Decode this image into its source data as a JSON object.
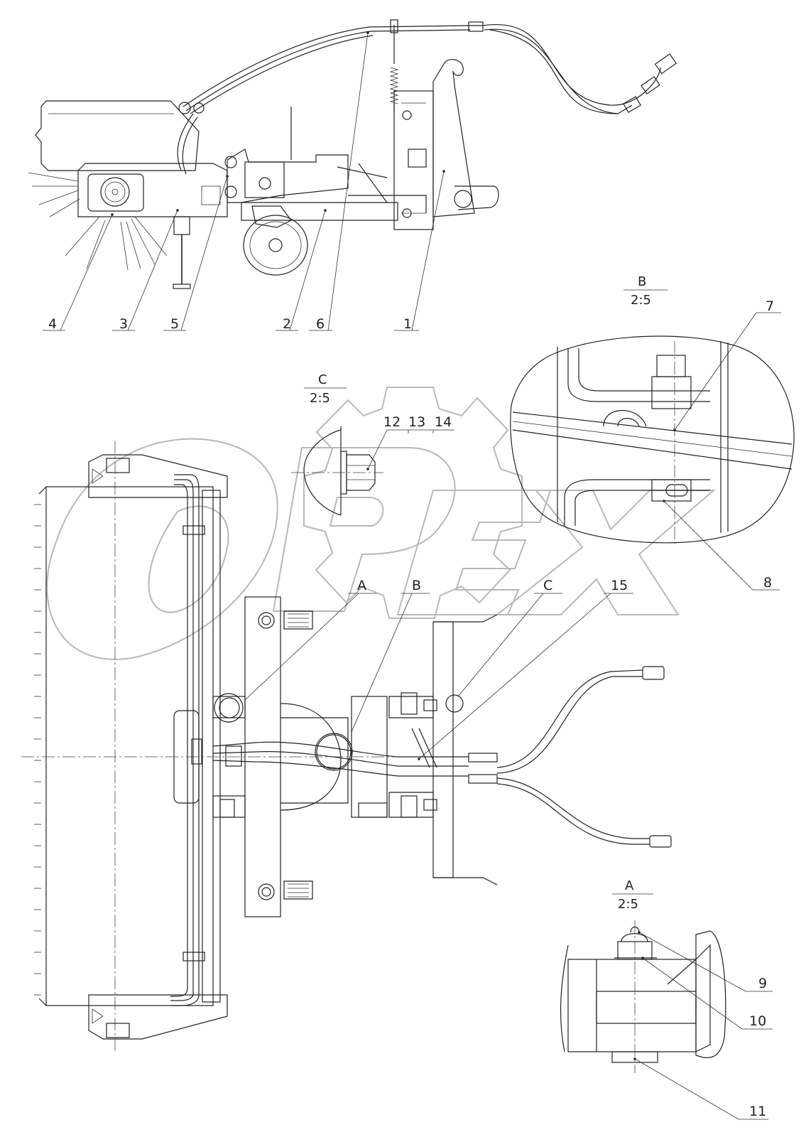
{
  "drawing": {
    "watermark": "OPEX",
    "part_labels": [
      "1",
      "2",
      "3",
      "4",
      "5",
      "6",
      "7",
      "8",
      "9",
      "10",
      "11",
      "12",
      "13",
      "14",
      "15"
    ],
    "detail_views": [
      {
        "letter": "A",
        "scale": "2:5"
      },
      {
        "letter": "B",
        "scale": "2:5"
      },
      {
        "letter": "C",
        "scale": "2:5"
      }
    ],
    "section_markers": [
      "A",
      "B",
      "C"
    ]
  },
  "colors": {
    "line": "#222222",
    "watermark": "#b8b8b8",
    "background": "#ffffff"
  }
}
